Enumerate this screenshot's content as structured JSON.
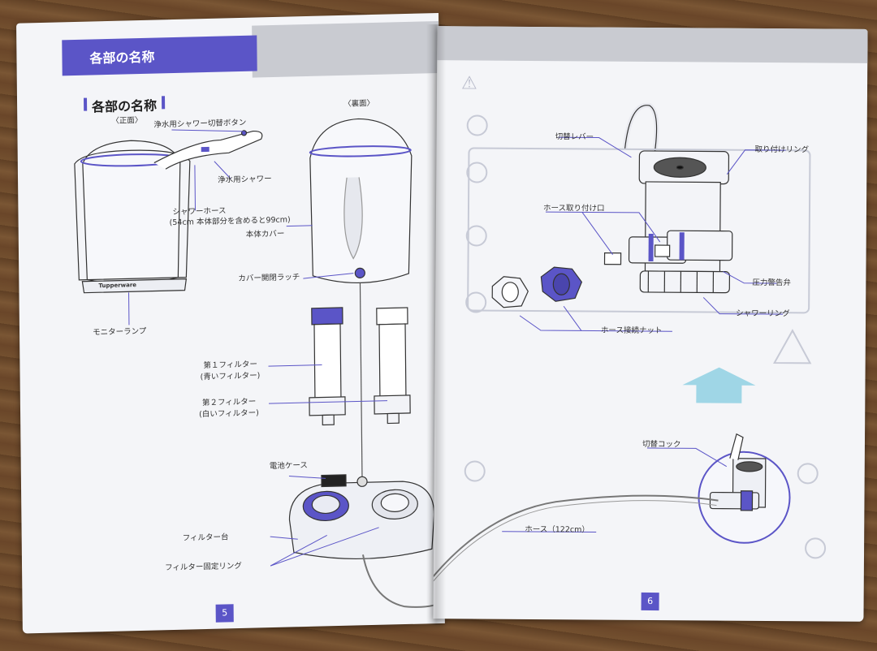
{
  "header": {
    "title": "各部の名称"
  },
  "section": {
    "title": "各部の名称"
  },
  "views": {
    "front": "〈正面〉",
    "back": "〈裏面〉"
  },
  "left_labels": {
    "shower_switch_button": "浄水用シャワー切替ボタン",
    "shower": "浄水用シャワー",
    "shower_hose_line1": "シャワーホース",
    "shower_hose_line2": "(54cm 本体部分を含めると99cm)",
    "main_cover": "本体カバー",
    "cover_latch": "カバー開閉ラッチ",
    "brand": "Tupperware",
    "monitor_lamp": "モニターランプ",
    "filter1_line1": "第１フィルター",
    "filter1_line2": "(青いフィルター)",
    "filter2_line1": "第２フィルター",
    "filter2_line2": "(白いフィルター)",
    "battery_case": "電池ケース",
    "filter_base": "フィルター台",
    "filter_fix_ring": "フィルター固定リング",
    "page_number": "5"
  },
  "right_labels": {
    "switch_lever": "切替レバー",
    "mount_ring": "取り付けリング",
    "hose_port": "ホース取り付け口",
    "pressure_valve": "圧力警告弁",
    "shower_ring": "シャワーリング",
    "hose_nut": "ホース接続ナット",
    "switch_cock": "切替コック",
    "hose_length": "ホース（122cm）",
    "page_number": "6"
  },
  "colors": {
    "accent": "#5b55c7",
    "gray_band": "#c9cbd1",
    "page": "#f4f5f8"
  }
}
